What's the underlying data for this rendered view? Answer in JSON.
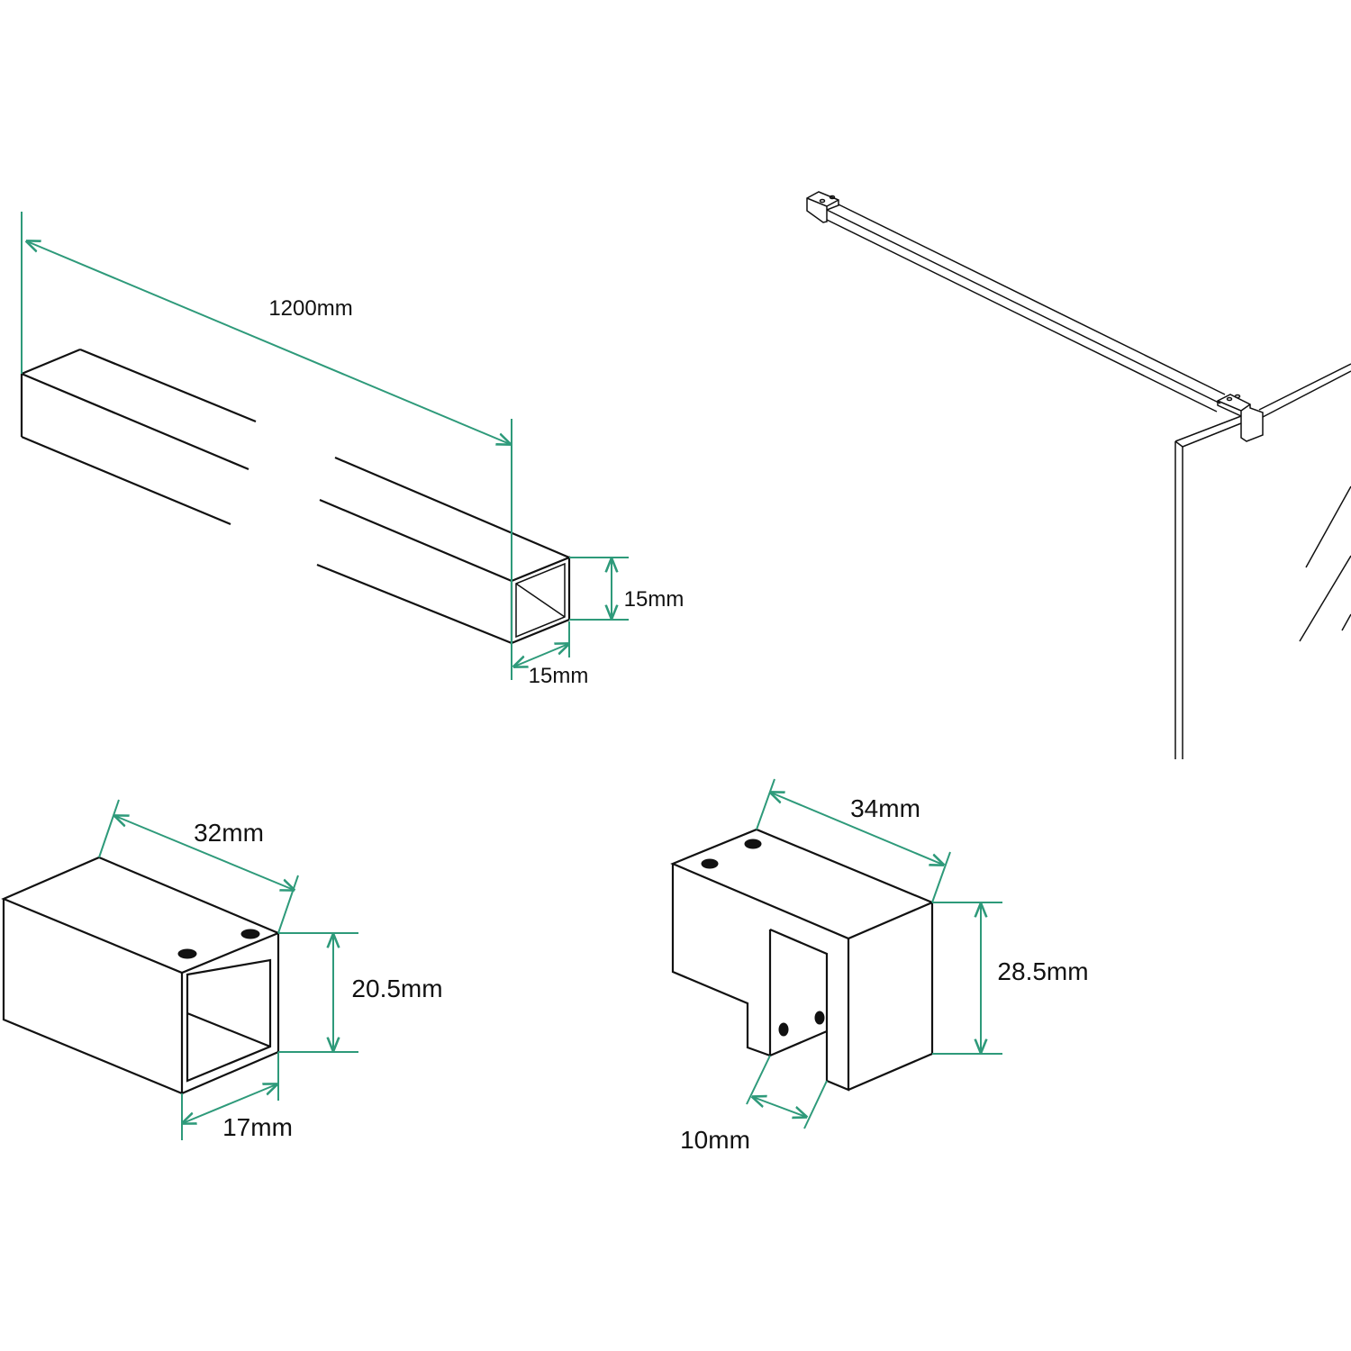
{
  "colors": {
    "line": "#111111",
    "dimension": "#2e9a7a",
    "background": "#ffffff"
  },
  "tube": {
    "length_label": "1200mm",
    "height_label": "15mm",
    "width_label": "15mm"
  },
  "wall_bracket": {
    "length_label": "32mm",
    "height_label": "20.5mm",
    "width_label": "17mm"
  },
  "glass_clamp": {
    "length_label": "34mm",
    "height_label": "28.5mm",
    "slot_label": "10mm"
  }
}
